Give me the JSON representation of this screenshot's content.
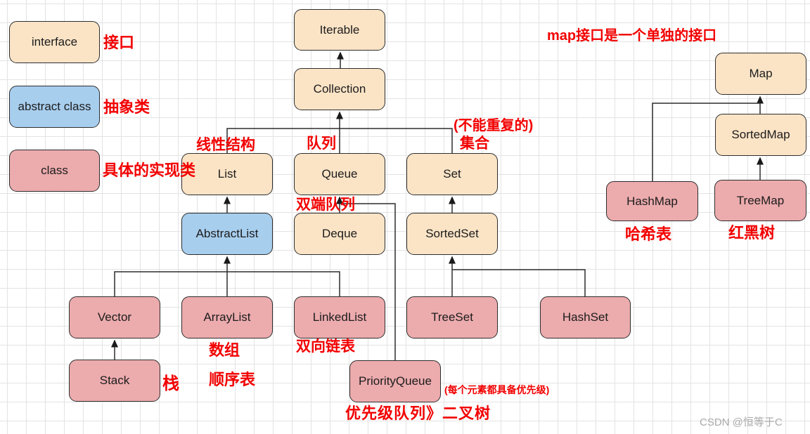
{
  "diagram_title_note": "map接口是一个单独的接口",
  "legend": {
    "interface_label": "interface",
    "interface_annotation": "接口",
    "abstract_label": "abstract class",
    "abstract_annotation": "抽象类",
    "class_label": "class",
    "class_annotation": "具体的实现类"
  },
  "nodes": {
    "iterable": "Iterable",
    "collection": "Collection",
    "list": "List",
    "queue": "Queue",
    "set": "Set",
    "abstract_list": "AbstractList",
    "deque": "Deque",
    "sorted_set": "SortedSet",
    "vector": "Vector",
    "array_list": "ArrayList",
    "linked_list": "LinkedList",
    "tree_set": "TreeSet",
    "hash_set": "HashSet",
    "stack": "Stack",
    "priority_queue": "PriorityQueue",
    "map": "Map",
    "sorted_map": "SortedMap",
    "hash_map": "HashMap",
    "tree_map": "TreeMap"
  },
  "annotations": {
    "linear_structure": "线性结构",
    "queue_note": "队列",
    "set_note_line1": "(不能重复的)",
    "set_note_line2": "集合",
    "deque_note": "双端队列",
    "hash_map_note": "哈希表",
    "tree_map_note": "红黑树",
    "array_note": "数组",
    "sequence_list_note": "顺序表",
    "linked_list_note": "双向链表",
    "stack_note": "栈",
    "priority_queue_note": "优先级队列》二叉树",
    "priority_queue_detail": "(每个元素都具备优先级)"
  },
  "edges": [
    {
      "from": "Collection",
      "to": "Iterable"
    },
    {
      "from": "List",
      "to": "Collection"
    },
    {
      "from": "Queue",
      "to": "Collection"
    },
    {
      "from": "Set",
      "to": "Collection"
    },
    {
      "from": "AbstractList",
      "to": "List"
    },
    {
      "from": "Deque",
      "to": "Queue"
    },
    {
      "from": "PriorityQueue",
      "to": "Queue"
    },
    {
      "from": "SortedSet",
      "to": "Set"
    },
    {
      "from": "Vector",
      "to": "AbstractList"
    },
    {
      "from": "ArrayList",
      "to": "AbstractList"
    },
    {
      "from": "LinkedList",
      "to": "AbstractList"
    },
    {
      "from": "TreeSet",
      "to": "SortedSet"
    },
    {
      "from": "HashSet",
      "to": "SortedSet"
    },
    {
      "from": "Stack",
      "to": "Vector"
    },
    {
      "from": "SortedMap",
      "to": "Map"
    },
    {
      "from": "HashMap",
      "to": "Map"
    },
    {
      "from": "TreeMap",
      "to": "SortedMap"
    }
  ],
  "colors": {
    "interface_fill": "#fbe4c6",
    "abstract_fill": "#a8ceee",
    "class_fill": "#ecabad",
    "annotation_red": "#f20000",
    "connector_line": "#2d2d2d",
    "grid_line": "#e3e3e3"
  },
  "watermark": "CSDN @恒等于C"
}
